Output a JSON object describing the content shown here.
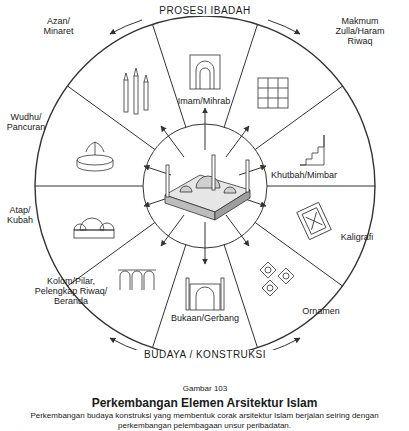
{
  "diagram": {
    "title": "Perkembangan Elemen Arsitektur Islam",
    "caption": "Perkembangan budaya konstruksi yang membentuk corak arsitektur Islam berjalan seiring dengan perkembangan pelembagaan unsur peribadatan.",
    "labels": [
      "PROSESI IBADAH",
      "Azan/ Minaret",
      "Imam/Mihrab",
      "Makmum Zulla/Haram Riwaq",
      "Khutbah/Mimbar",
      "Kaligrafi",
      "Ornamen",
      "Bukaan/Gerbang",
      "Kolom/Pilar, Pelengkap Riwaq/ Beranda",
      "Atap/ Kubah",
      "Wudhu/ Pancuran",
      "BUDAYA / KONSTRUKSI",
      "Gambar 103"
    ]
  }
}
